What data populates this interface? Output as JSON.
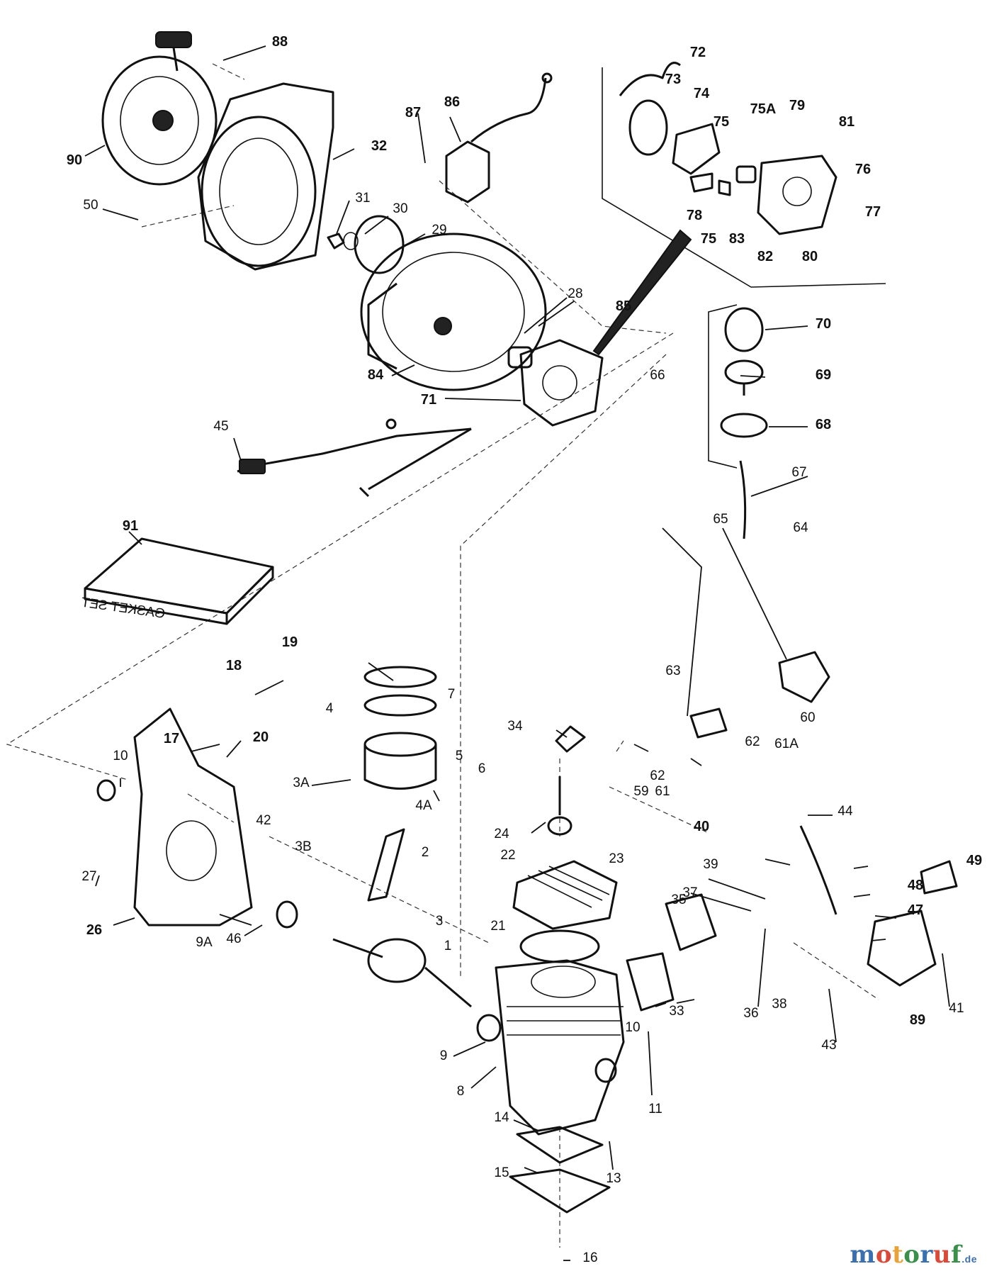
{
  "labels": [
    {
      "t": "88",
      "b": 1
    },
    {
      "t": "90",
      "b": 1
    },
    {
      "t": "50",
      "b": 0
    },
    {
      "t": "32",
      "b": 1
    },
    {
      "t": "31",
      "b": 0
    },
    {
      "t": "30",
      "b": 0
    },
    {
      "t": "29",
      "b": 0
    },
    {
      "t": "87",
      "b": 1
    },
    {
      "t": "86",
      "b": 1
    },
    {
      "t": "72",
      "b": 1
    },
    {
      "t": "73",
      "b": 1
    },
    {
      "t": "74",
      "b": 1
    },
    {
      "t": "75A",
      "b": 1
    },
    {
      "t": "79",
      "b": 1
    },
    {
      "t": "81",
      "b": 1
    },
    {
      "t": "75",
      "b": 1
    },
    {
      "t": "76",
      "b": 1
    },
    {
      "t": "77",
      "b": 1
    },
    {
      "t": "78",
      "b": 1
    },
    {
      "t": "75",
      "b": 1
    },
    {
      "t": "83",
      "b": 1
    },
    {
      "t": "82",
      "b": 1
    },
    {
      "t": "80",
      "b": 1
    },
    {
      "t": "28",
      "b": 0
    },
    {
      "t": "85",
      "b": 1
    },
    {
      "t": "84",
      "b": 1
    },
    {
      "t": "71",
      "b": 1
    },
    {
      "t": "70",
      "b": 1
    },
    {
      "t": "66",
      "b": 0
    },
    {
      "t": "69",
      "b": 1
    },
    {
      "t": "68",
      "b": 1
    },
    {
      "t": "67",
      "b": 0
    },
    {
      "t": "45",
      "b": 0
    },
    {
      "t": "91",
      "b": 1
    },
    {
      "t": "65",
      "b": 0
    },
    {
      "t": "64",
      "b": 0
    },
    {
      "t": "19",
      "b": 1
    },
    {
      "t": "18",
      "b": 1
    },
    {
      "t": "7",
      "b": 0
    },
    {
      "t": "4",
      "b": 0
    },
    {
      "t": "63",
      "b": 0
    },
    {
      "t": "60",
      "b": 0
    },
    {
      "t": "61A",
      "b": 0
    },
    {
      "t": "17",
      "b": 1
    },
    {
      "t": "20",
      "b": 1
    },
    {
      "t": "34",
      "b": 0
    },
    {
      "t": "62",
      "b": 0
    },
    {
      "t": "62",
      "b": 0
    },
    {
      "t": "10",
      "b": 0
    },
    {
      "t": "5",
      "b": 0
    },
    {
      "t": "6",
      "b": 0
    },
    {
      "t": "59",
      "b": 0
    },
    {
      "t": "61",
      "b": 0
    },
    {
      "t": "3A",
      "b": 0
    },
    {
      "t": "4A",
      "b": 0
    },
    {
      "t": "44",
      "b": 0
    },
    {
      "t": "42",
      "b": 0
    },
    {
      "t": "40",
      "b": 1
    },
    {
      "t": "24",
      "b": 0
    },
    {
      "t": "3B",
      "b": 0
    },
    {
      "t": "2",
      "b": 0
    },
    {
      "t": "49",
      "b": 1
    },
    {
      "t": "22",
      "b": 0
    },
    {
      "t": "23",
      "b": 0
    },
    {
      "t": "48",
      "b": 1
    },
    {
      "t": "39",
      "b": 0
    },
    {
      "t": "27",
      "b": 0
    },
    {
      "t": "37",
      "b": 0
    },
    {
      "t": "47",
      "b": 1
    },
    {
      "t": "35",
      "b": 0
    },
    {
      "t": "3",
      "b": 0
    },
    {
      "t": "26",
      "b": 1
    },
    {
      "t": "21",
      "b": 0
    },
    {
      "t": "38",
      "b": 0
    },
    {
      "t": "43",
      "b": 0
    },
    {
      "t": "46",
      "b": 0
    },
    {
      "t": "9A",
      "b": 0
    },
    {
      "t": "1",
      "b": 0
    },
    {
      "t": "36",
      "b": 0
    },
    {
      "t": "33",
      "b": 0
    },
    {
      "t": "89",
      "b": 1
    },
    {
      "t": "41",
      "b": 0
    },
    {
      "t": "9",
      "b": 0
    },
    {
      "t": "10",
      "b": 0
    },
    {
      "t": "11",
      "b": 0
    },
    {
      "t": "8",
      "b": 0
    },
    {
      "t": "14",
      "b": 0
    },
    {
      "t": "13",
      "b": 0
    },
    {
      "t": "15",
      "b": 0
    },
    {
      "t": "16",
      "b": 0
    }
  ],
  "gasket_set_text": "GASKET SET",
  "brand": {
    "name_parts": [
      "m",
      "o",
      "t",
      "o",
      "r",
      "u",
      "f"
    ],
    "suffix": ".de",
    "letter_colors": [
      "#3a6fb0",
      "#d94a3a",
      "#e8a23a",
      "#3a8f4a",
      "#3a6fb0",
      "#d94a3a",
      "#3a8f4a"
    ]
  }
}
